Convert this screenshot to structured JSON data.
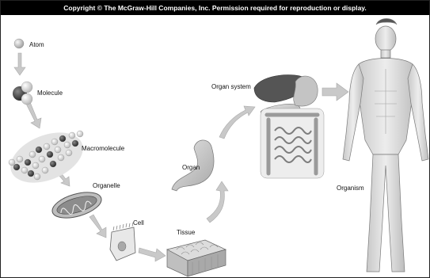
{
  "copyright": "Copyright © The McGraw-Hill Companies, Inc. Permission required for reproduction or display.",
  "levels": {
    "atom": "Atom",
    "molecule": "Molecule",
    "macromolecule": "Macromolecule",
    "organelle": "Organelle",
    "cell": "Cell",
    "tissue": "Tissue",
    "organ": "Organ",
    "organ_system": "Organ system",
    "organism": "Organism"
  },
  "colors": {
    "arrow": "#c9c9c9",
    "arrow_edge": "#aaaaaa",
    "skin": "#d9d9d9",
    "liver": "#555555",
    "stomach": "#bfbfbf"
  }
}
